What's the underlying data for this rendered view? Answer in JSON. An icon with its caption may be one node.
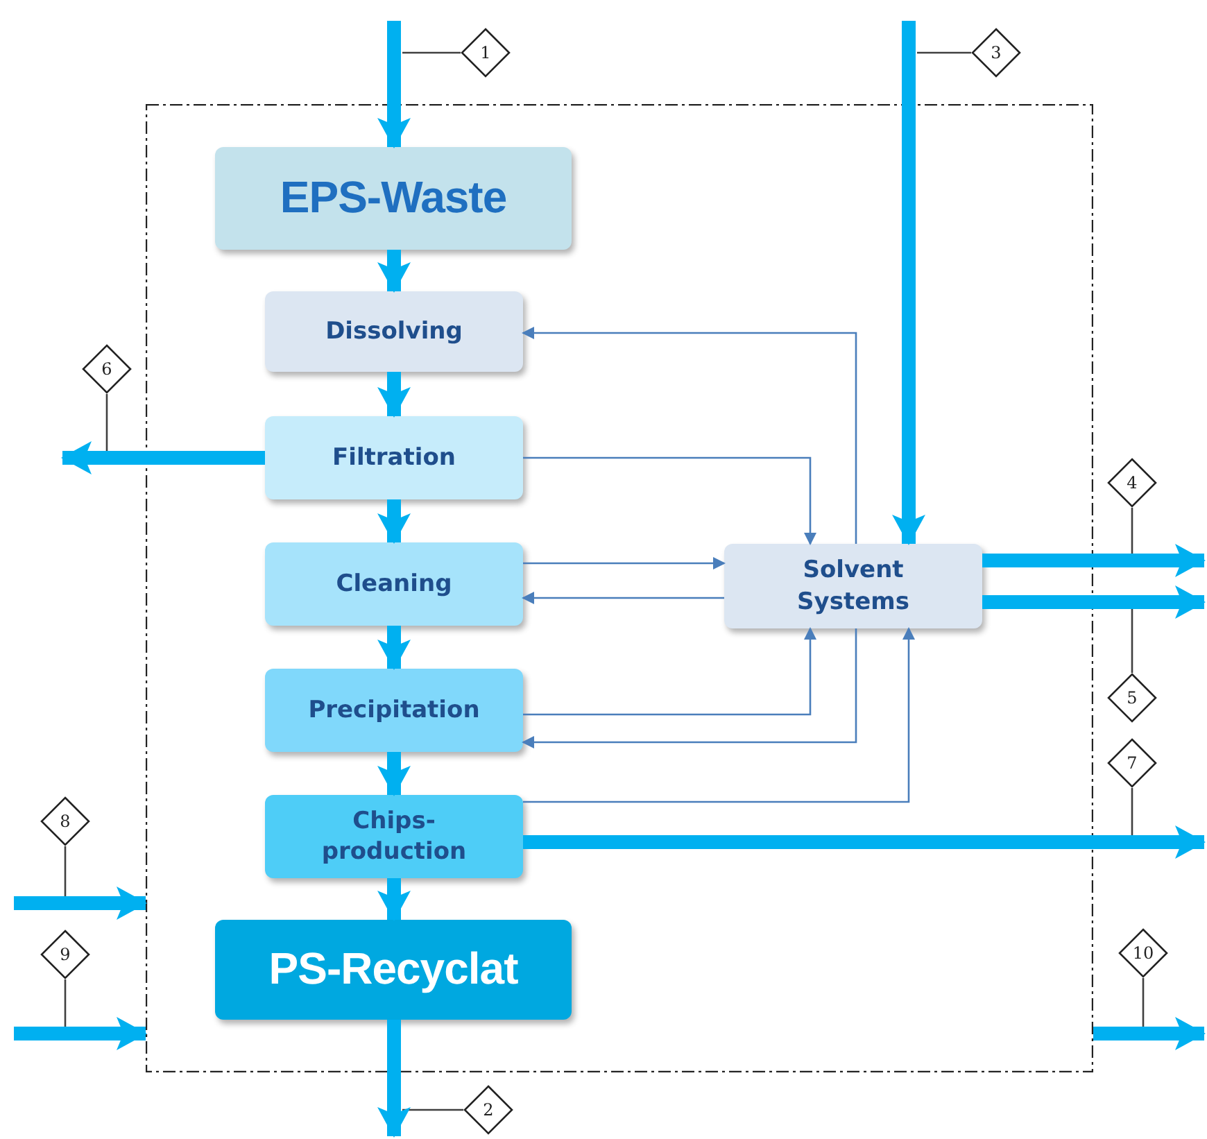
{
  "diagram": {
    "nodes": [
      {
        "text": [],
        "shape": "box"
      },
      {
        "text": [
          "EPS-Waste"
        ],
        "in": 0
      },
      {
        "text": [
          "Dissolving"
        ],
        "in": 0
      },
      {
        "text": [
          "Filtration"
        ],
        "in": 0
      },
      {
        "text": [
          "Cleaning"
        ],
        "in": 0
      },
      {
        "text": [
          "Precipitation"
        ],
        "in": 0
      },
      {
        "text": [
          "Chips- production"
        ],
        "in": 0
      },
      {
        "text": [
          "PS-Recyclat"
        ],
        "in": 0
      },
      {
        "text": [
          "Solvent Systems"
        ],
        "in": 0
      },
      {
        "text": [
          "1"
        ]
      },
      {
        "text": [
          "2"
        ]
      },
      {
        "text": [
          "3"
        ]
      },
      {
        "text": [
          "4"
        ]
      },
      {
        "text": [
          "5"
        ]
      },
      {
        "text": [
          "6"
        ]
      },
      {
        "text": [
          "7"
        ]
      },
      {
        "text": [
          "8"
        ]
      },
      {
        "text": [
          "9"
        ]
      },
      {
        "text": [
          "10"
        ]
      }
    ],
    "edges": [
      {
        "from": null,
        "to": 1,
        "arrow": "to",
        "style": "thick",
        "color": "#00b0f0"
      },
      {
        "from": 1,
        "to": 2,
        "arrow": "to",
        "style": "thick",
        "color": "#00b0f0"
      },
      {
        "from": 2,
        "to": 3,
        "arrow": "to",
        "style": "thick",
        "color": "#00b0f0"
      },
      {
        "from": 3,
        "to": 4,
        "arrow": "to",
        "style": "thick",
        "color": "#00b0f0"
      },
      {
        "from": 4,
        "to": 5,
        "arrow": "to",
        "style": "thick",
        "color": "#00b0f0"
      },
      {
        "from": 5,
        "to": 6,
        "arrow": "to",
        "style": "thick",
        "color": "#00b0f0"
      },
      {
        "from": 6,
        "to": 7,
        "arrow": "to",
        "style": "thick",
        "color": "#00b0f0"
      },
      {
        "from": 7,
        "to": null,
        "arrow": "to",
        "style": "thick",
        "color": "#00b0f0"
      },
      {
        "from": 3,
        "to": null,
        "arrow": "to",
        "style": "thick",
        "color": "#00b0f0"
      },
      {
        "from": null,
        "to": 8,
        "arrow": "to",
        "style": "thick",
        "color": "#00b0f0"
      },
      {
        "from": 8,
        "to": null,
        "arrow": "to",
        "style": "thick",
        "color": "#00b0f0"
      },
      {
        "from": 8,
        "to": null,
        "arrow": "to",
        "style": "thick",
        "color": "#00b0f0"
      },
      {
        "from": 6,
        "to": null,
        "arrow": "to",
        "style": "thick",
        "color": "#00b0f0"
      },
      {
        "from": null,
        "to": 0,
        "arrow": "to",
        "style": "thick",
        "color": "#00b0f0"
      },
      {
        "from": null,
        "to": 0,
        "arrow": "to",
        "style": "thick",
        "color": "#00b0f0"
      },
      {
        "from": 0,
        "to": null,
        "arrow": "to",
        "style": "thick",
        "color": "#00b0f0"
      },
      {
        "from": 8,
        "to": 2,
        "arrow": "to"
      },
      {
        "from": 3,
        "to": 8,
        "arrow": "to"
      },
      {
        "from": 4,
        "to": 8,
        "arrow": "to"
      },
      {
        "from": 8,
        "to": 4,
        "arrow": "to"
      },
      {
        "from": 5,
        "to": 8,
        "arrow": "to"
      },
      {
        "from": 8,
        "to": 5,
        "arrow": "to"
      },
      {
        "from": 6,
        "to": 8,
        "arrow": "to"
      },
      {
        "from": 9,
        "to": null,
        "arrow": "none",
        "color": "#404040"
      },
      {
        "from": 10,
        "to": null,
        "arrow": "none",
        "color": "#404040"
      },
      {
        "from": 11,
        "to": null,
        "arrow": "none",
        "color": "#404040"
      },
      {
        "from": 12,
        "to": null,
        "arrow": "none",
        "color": "#404040"
      },
      {
        "from": 13,
        "to": null,
        "arrow": "none",
        "color": "#404040"
      },
      {
        "from": 14,
        "to": null,
        "arrow": "none",
        "color": "#404040"
      },
      {
        "from": 15,
        "to": null,
        "arrow": "none",
        "color": "#404040"
      },
      {
        "from": 16,
        "to": null,
        "arrow": "none",
        "color": "#404040"
      },
      {
        "from": 17,
        "to": null,
        "arrow": "none",
        "color": "#404040"
      },
      {
        "from": 18,
        "to": null,
        "arrow": "none",
        "color": "#404040"
      }
    ]
  }
}
